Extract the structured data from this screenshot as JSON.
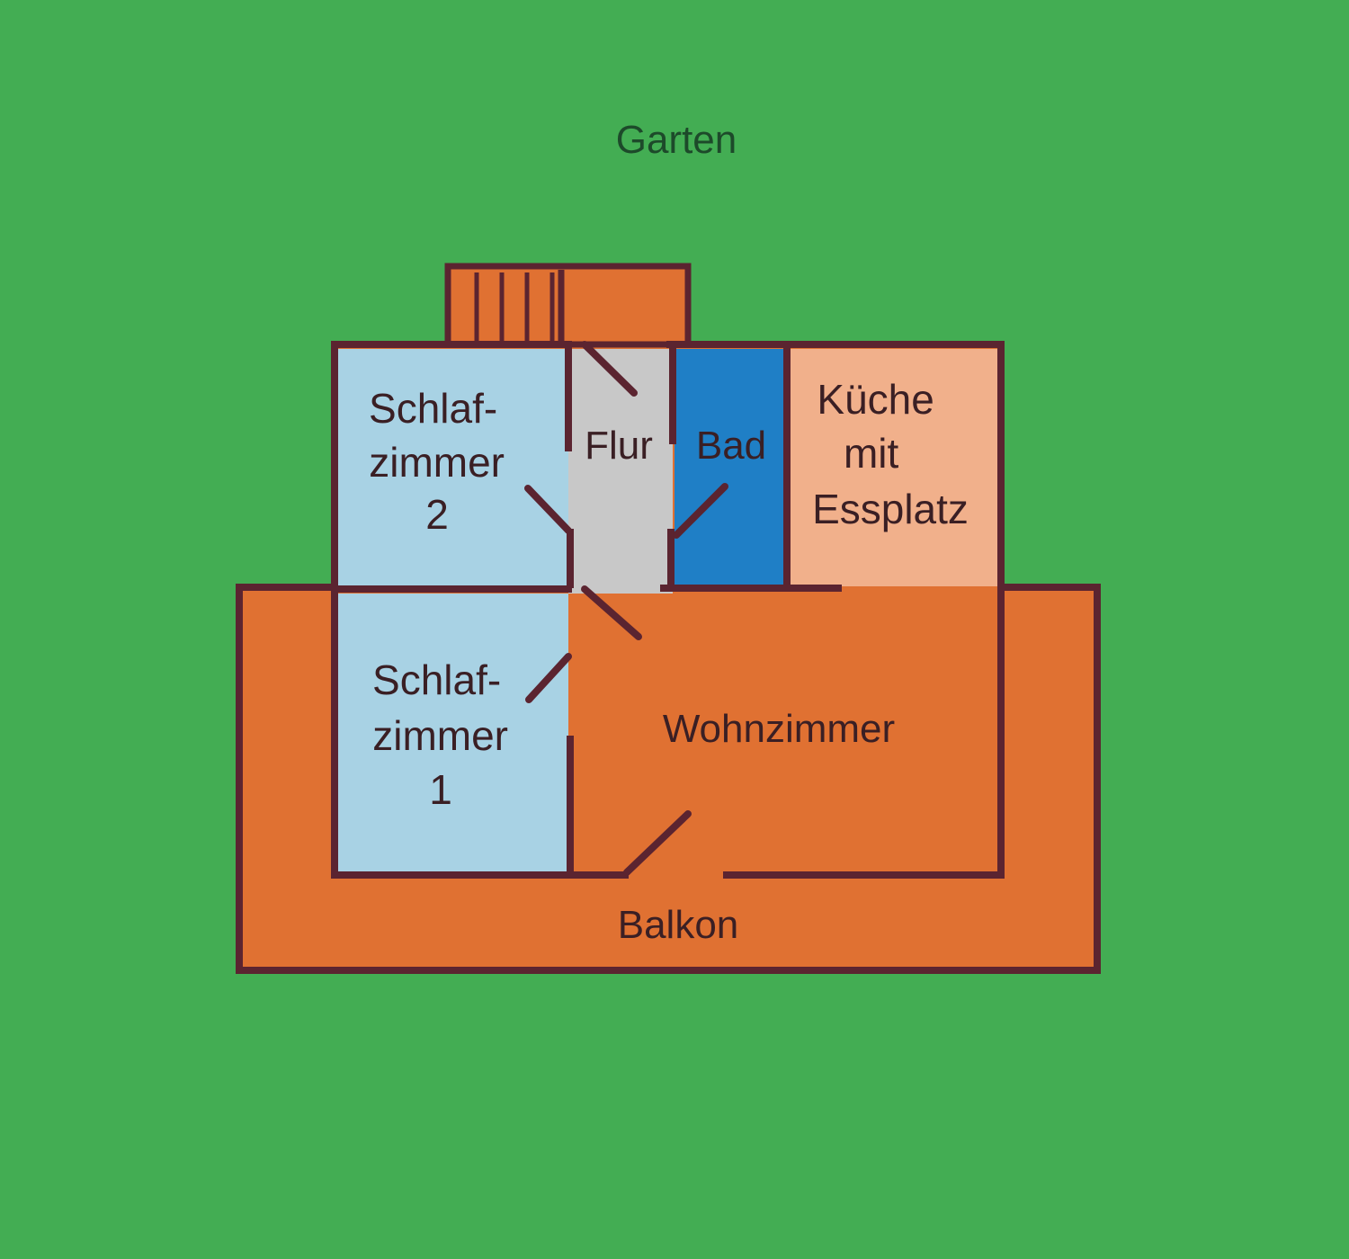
{
  "labels": {
    "garden": "Garten",
    "bedroom2": [
      "Schlaf-",
      "zimmer",
      "2"
    ],
    "hallway": "Flur",
    "bath": "Bad",
    "kitchen": [
      "Küche",
      "mit",
      "Essplatz"
    ],
    "bedroom1": [
      "Schlaf-",
      "zimmer",
      "1"
    ],
    "living": "Wohnzimmer",
    "balcony": "Balkon"
  },
  "colors": {
    "background": "#43ad53",
    "wall": "#5b2430",
    "orange": "#e07132",
    "bedroom": "#a8d2e4",
    "hallway": "#c8c8c8",
    "bath": "#1f7fc6",
    "kitchen": "#f1b08b",
    "garden_text": "#1d4a2a"
  }
}
